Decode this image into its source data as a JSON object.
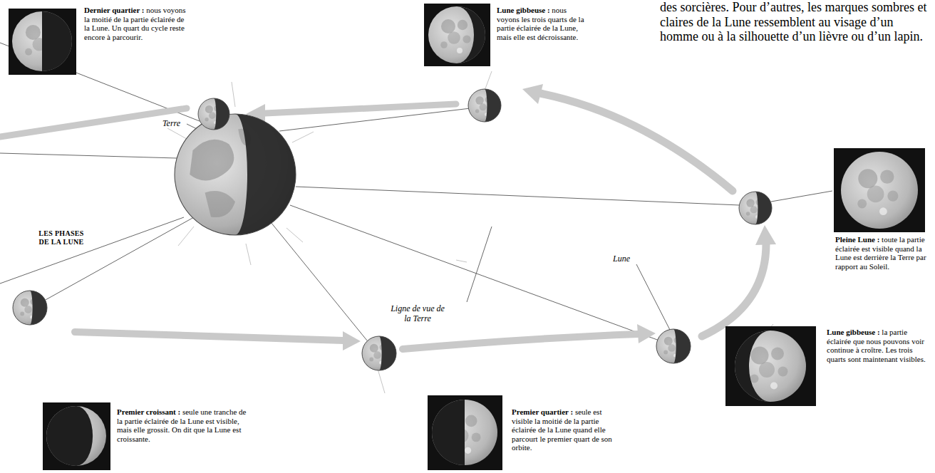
{
  "diagram": {
    "title": "LES PHASES DE LA LUNE",
    "labels": [
      "Dernier quartier :",
      "nous voyons la moitié de la partie éclairée de la Lune. Un quart du cycle reste encore à parcourir.",
      "Lune gibbeuse :",
      "nous voyons les trois quarts de la partie éclairée de la Lune, mais elle est décroissante.",
      "des sorcières. Pour d’autres, les marques sombres et claires de la Lune ressemblent au visage d’un homme ou à la silhouette d’un lièvre ou d’un lapin.",
      "Terre",
      "Pleine Lune :",
      "toute la partie éclairée est visible quand la Lune est derrière la Terre par rapport au Soleil.",
      "Lune",
      "Ligne de vue de la Terre",
      "Lune gibbeuse :",
      "la partie éclairée que nous pouvons voir continue à croître. Les trois quarts sont maintenant visibles.",
      "Premier croissant :",
      "seule une tranche de la partie éclairée de la Lune est visible, mais elle grossit. On dit que la Lune est croissante.",
      "Premier quartier :",
      "seule est visible la moitié de la partie éclairée de la Lune quand elle parcourt le premier quart de son orbite."
    ]
  }
}
